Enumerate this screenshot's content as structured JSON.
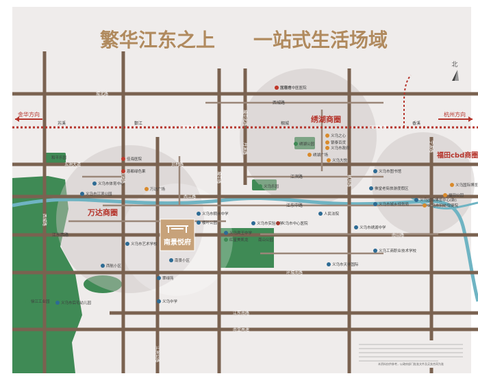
{
  "headline": {
    "left": "繁华江东之上",
    "right": "一站式生活场域"
  },
  "compass": "北",
  "directions": {
    "west": "金华方向",
    "east": "杭州方向"
  },
  "districts": {
    "wanda": "万达商圈",
    "xiuhu": "绣湖商圈",
    "futian": "福田cbd商圈"
  },
  "project": {
    "name": "南景悦府",
    "icon_caption": "南景悦府"
  },
  "roads": {
    "chengbei": "城北路",
    "xicheng": "西城路",
    "guomao_w": "国贸大道",
    "guomao_e": "国贸大道",
    "wuzhou": "五洲大道",
    "beijing": "贝村路",
    "jiangbin": "江滨路",
    "xijiang": "西江路",
    "jiangdong_mid": "江东中路",
    "nanshan": "南山路",
    "huanchengnan": "环城南路",
    "jiangdong_s": "江东南路",
    "jiangdong_w": "江东西路",
    "jiangbing": "江滨公路",
    "shawu": "沙武路",
    "nanjinjing": "南金高速",
    "chengzhong": "城中路",
    "chengzhong_n": "城中北路",
    "jichang": "机场路",
    "ningbo": "宁波路",
    "huangyuan": "黄园路",
    "chunhan": "春晗路",
    "danxi": "丹溪路",
    "zongze": "宗泽东路",
    "jiangdong_road": "江东路",
    "jiangdong_rd2": "江东公路",
    "jingzhu": "鄞江",
    "baijin": "稠城",
    "xiangxi": "香溪",
    "suqi": "苏溪",
    "duntou": "湖大道"
  },
  "pois": [
    "义乌市中医医院",
    "义乌之心",
    "银泰百货",
    "义乌市政府",
    "绣湖广场",
    "义乌大悦",
    "绣湖公园",
    "义乌乐园",
    "人民法院",
    "义乌市城乡规划局",
    "义乌市妇幼保健院",
    "义乌市中心医院",
    "义乌市实验小学",
    "义乌中学",
    "义乌宾王中学",
    "万达广场",
    "恩都绿色果",
    "佳海医院",
    "和平乐园",
    "义乌市体育中心",
    "义乌市江滨公园",
    "红星美凯龙",
    "南山公园",
    "楼叶公园",
    "义乌市稠州中学",
    "义乌市绣湖中学",
    "义乌工商职业技术学校",
    "义乌市天祥国际",
    "义乌市艺术学校",
    "南景小区",
    "西航小区",
    "翠绿苑",
    "义乌市后宅幼儿园",
    "徐江工业园",
    "佛堂老街旅游度假区",
    "义乌国际博览中心",
    "福田公园",
    "义乌国际博览中心(新)",
    "义乌市图书馆",
    "国展馆"
  ],
  "disclaimer": "本资料仅供参考，以政府部门批准文件及买卖合同为准"
}
